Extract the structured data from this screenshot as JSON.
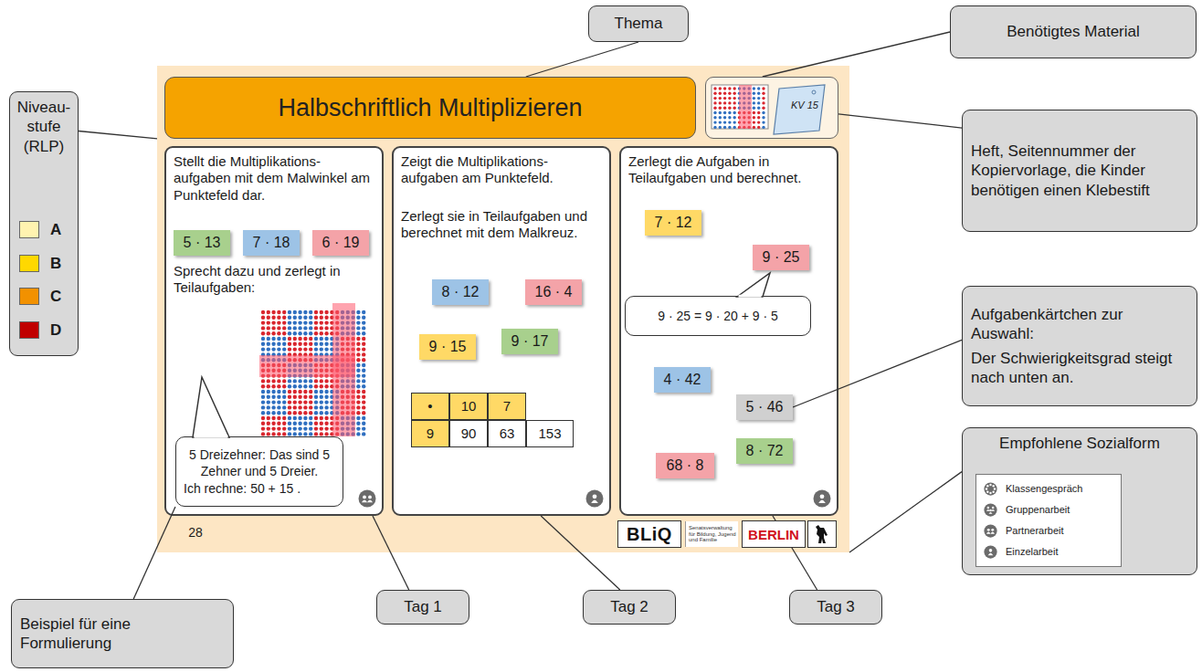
{
  "diagram": {
    "nodes": [
      {
        "text": [
          "Thema"
        ]
      },
      {
        "text": [
          "Benötigtes Material"
        ]
      },
      {
        "text": [
          "Niveau- stufe (RLP)"
        ]
      },
      {
        "text": [
          "Heft, Seitennummer der Kopiervorlage, die Kinder benötigen einen Klebestift"
        ]
      },
      {
        "text": [
          "Aufgabenkärtchen zur Auswahl:",
          "Der Schwierigkeitsgrad steigt nach unten an."
        ]
      },
      {
        "text": [
          "Empfohlene Sozialform"
        ]
      },
      {
        "text": [
          "Beispiel für eine Formulierung"
        ]
      },
      {
        "text": [
          "Tag 1"
        ]
      },
      {
        "text": [
          "Tag 2"
        ]
      },
      {
        "text": [
          "Tag 3"
        ]
      },
      {
        "text": [
          "28"
        ]
      },
      {
        "text": [
          "Halbschriftlich Multiplizieren"
        ],
        "in": 10
      },
      {
        "text": [
          "KV 15"
        ],
        "in": 10
      },
      {
        "text": [
          "Stellt die Multiplikations- aufgaben mit dem Malwinkel am Punktefeld dar.",
          "Sprecht dazu und zerlegt in Teilaufgaben:"
        ],
        "in": 10
      },
      {
        "text": [
          "5 · 13"
        ],
        "in": 13
      },
      {
        "text": [
          "7 · 18"
        ],
        "in": 13
      },
      {
        "text": [
          "6 · 19"
        ],
        "in": 13
      },
      {
        "text": [
          "5 Dreizehner: Das sind 5 Zehner und 5 Dreier.",
          "Ich rechne: 50 + 15 ."
        ],
        "in": 13
      },
      {
        "text": [
          "Zeigt die Multiplikations- aufgaben am Punktefeld.",
          "Zerlegt sie in Teilaufgaben und berechnet mit dem Malkreuz."
        ],
        "in": 10
      },
      {
        "text": [
          "8 · 12"
        ],
        "in": 18
      },
      {
        "text": [
          "16 · 4"
        ],
        "in": 18
      },
      {
        "text": [
          "9 · 15"
        ],
        "in": 18
      },
      {
        "text": [
          "9 · 17"
        ],
        "in": 18
      },
      {
        "text": [
          "Zerlegt die Aufgaben in Teilaufgaben und berechnet."
        ],
        "in": 10
      },
      {
        "text": [
          "7 · 12"
        ],
        "in": 23
      },
      {
        "text": [
          "9 · 25"
        ],
        "in": 23
      },
      {
        "text": [
          "9 · 25 = 9 · 20 + 9 · 5"
        ],
        "in": 23
      },
      {
        "text": [
          "4 · 42"
        ],
        "in": 23
      },
      {
        "text": [
          "5 · 46"
        ],
        "in": 23
      },
      {
        "text": [
          "68 · 8"
        ],
        "in": 23
      },
      {
        "text": [
          "8 · 72"
        ],
        "in": 23
      }
    ],
    "edges": [
      {
        "from": 0,
        "to": 11,
        "arrow": "none"
      },
      {
        "from": 1,
        "to": 12,
        "arrow": "none"
      },
      {
        "from": 2,
        "to": 10,
        "arrow": "none"
      },
      {
        "from": 3,
        "to": 12,
        "arrow": "none"
      },
      {
        "from": 4,
        "to": 28,
        "arrow": "none"
      },
      {
        "from": 5,
        "to": 10,
        "arrow": "none"
      },
      {
        "from": 6,
        "to": 17,
        "arrow": "none"
      },
      {
        "from": 7,
        "to": 13,
        "arrow": "none"
      },
      {
        "from": 8,
        "to": 18,
        "arrow": "none"
      },
      {
        "from": 9,
        "to": 23,
        "arrow": "none"
      }
    ],
    "labels": [
      "•",
      "10",
      "7",
      "9",
      "90",
      "63",
      "153",
      "BLiQ",
      "Senatsverwaltung für Bildung, Jugend und Familie",
      "BERLIN"
    ],
    "legend": [
      {
        "text": "A",
        "color": "#fff3b0"
      },
      {
        "text": "B",
        "color": "#ffd800"
      },
      {
        "text": "C",
        "color": "#f29100"
      },
      {
        "text": "D",
        "color": "#c00000"
      },
      {
        "text": "Klassengespräch"
      },
      {
        "text": "Gruppenarbeit"
      },
      {
        "text": "Partnerarbeit"
      },
      {
        "text": "Einzelarbeit"
      }
    ]
  }
}
